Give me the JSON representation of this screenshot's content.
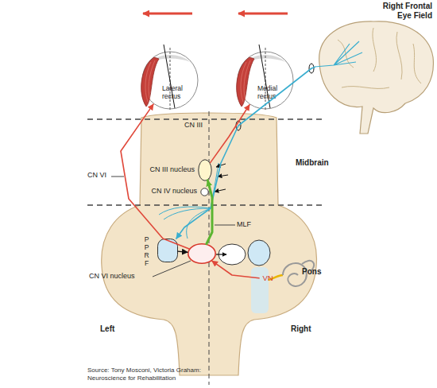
{
  "diagram": {
    "caption": "Source: Tony Mosconi, Victoria Graham: Neuroscience for Rehabilitation",
    "nodes": [
      {
        "text": [
          "Right Frontal Eye Field"
        ]
      },
      {
        "text": [
          "Lateral rectus"
        ]
      },
      {
        "text": [
          "Medial rectus"
        ]
      },
      {
        "text": [
          "CN III nucleus"
        ]
      },
      {
        "text": [
          "CN IV nucleus"
        ]
      },
      {
        "text": [
          "P P R F"
        ]
      },
      {
        "text": [
          "CN VI nucleus"
        ]
      },
      {
        "text": [
          "VN"
        ]
      }
    ],
    "edges": [
      {
        "from": 0,
        "to": 5,
        "arrow": "to"
      },
      {
        "from": 5,
        "to": 6,
        "arrow": "to"
      },
      {
        "from": 6,
        "to": 1,
        "arrow": "to",
        "label": "CN VI"
      },
      {
        "from": 6,
        "to": 3,
        "arrow": "to",
        "label": "MLF"
      },
      {
        "from": 3,
        "to": 2,
        "arrow": "to",
        "label": "CN III"
      },
      {
        "from": 7,
        "to": 6,
        "arrow": "to"
      }
    ],
    "labels": [
      "Midbrain",
      "Pons",
      "Left",
      "Right"
    ]
  }
}
